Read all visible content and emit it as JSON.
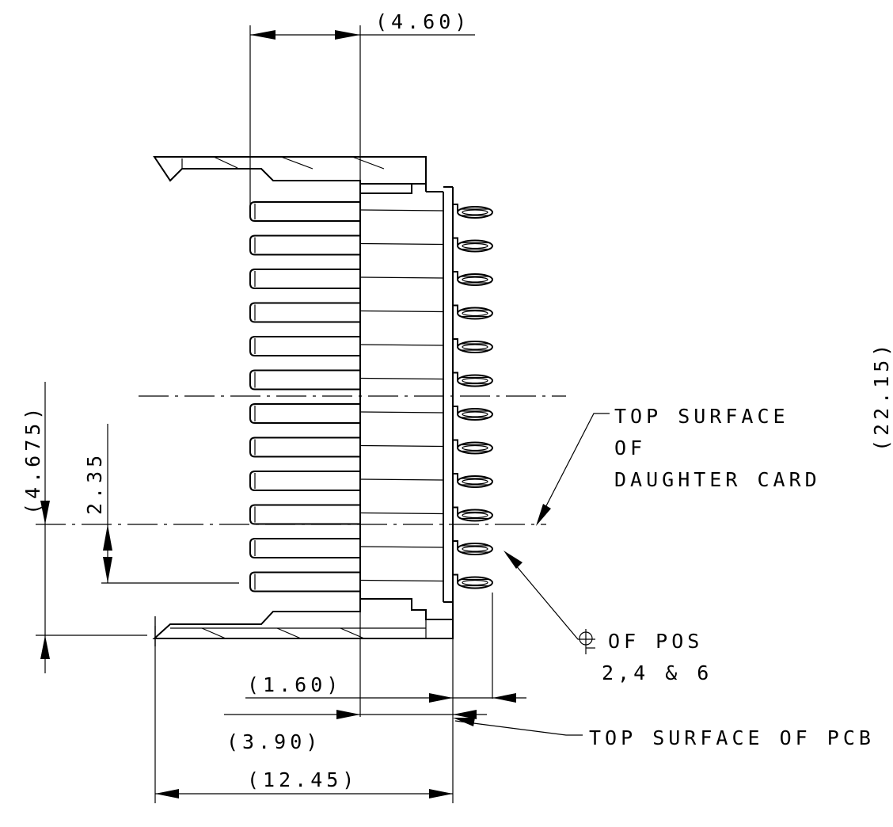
{
  "dimensions": {
    "top_width": "(4.60)",
    "left_height": "(4.675)",
    "pitch": "2.35",
    "contact_offset": "(1.60)",
    "pcb_offset": "(3.90)",
    "overall_length": "(12.45)",
    "right_edge_partial": "(22.15)"
  },
  "callouts": {
    "daughter_card": [
      "TOP SURFACE",
      "OF",
      "DAUGHTER CARD"
    ],
    "centerline": [
      "OF POS",
      "2,4 & 6"
    ],
    "pcb": "TOP SURFACE OF PCB"
  }
}
